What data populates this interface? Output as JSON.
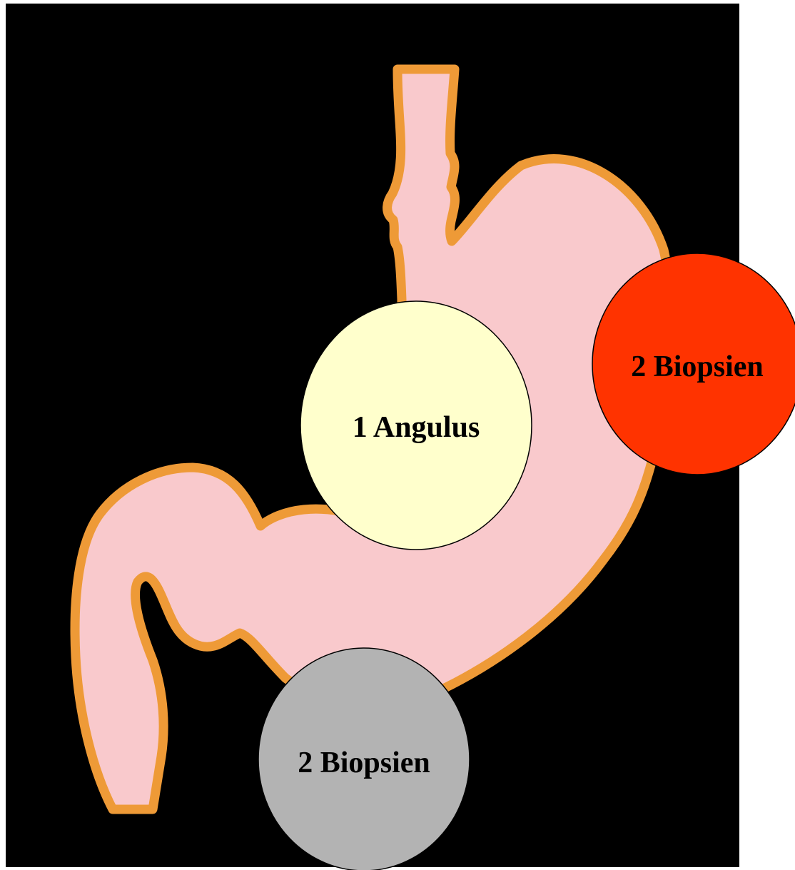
{
  "diagram": {
    "background_color": "#000000",
    "organ": {
      "name": "stomach",
      "fill_color": "#f9c9cc",
      "outline_color": "#ee9a37"
    },
    "markers": [
      {
        "id": "angulus",
        "label": "1 Angulus",
        "color": "#ffffcc"
      },
      {
        "id": "corpus",
        "label": "2 Biopsien",
        "color": "#ff3300"
      },
      {
        "id": "antrum",
        "label": "2 Biopsien",
        "color": "#b3b3b3"
      }
    ]
  }
}
